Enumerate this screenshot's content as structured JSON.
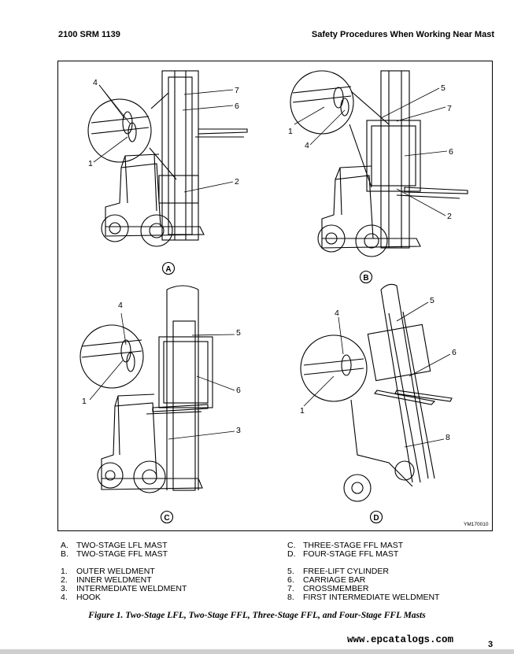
{
  "header": {
    "doc_id": "2100 SRM 1139",
    "section_title": "Safety Procedures When Working Near Mast"
  },
  "figure": {
    "id_code": "YM170010",
    "panel_labels": [
      "A",
      "B",
      "C",
      "D"
    ],
    "callouts": {
      "a": [
        "4",
        "7",
        "6",
        "1",
        "2"
      ],
      "b": [
        "5",
        "7",
        "1",
        "4",
        "6",
        "2"
      ],
      "c": [
        "4",
        "5",
        "6",
        "1",
        "3"
      ],
      "d": [
        "5",
        "4",
        "6",
        "1",
        "8"
      ]
    }
  },
  "legend": {
    "masts": [
      {
        "key": "A.",
        "text": "TWO-STAGE LFL MAST"
      },
      {
        "key": "B.",
        "text": "TWO-STAGE FFL MAST"
      },
      {
        "key": "C.",
        "text": "THREE-STAGE FFL MAST"
      },
      {
        "key": "D.",
        "text": "FOUR-STAGE FFL MAST"
      }
    ],
    "parts": [
      {
        "key": "1.",
        "text": "OUTER WELDMENT"
      },
      {
        "key": "2.",
        "text": "INNER WELDMENT"
      },
      {
        "key": "3.",
        "text": "INTERMEDIATE WELDMENT"
      },
      {
        "key": "4.",
        "text": "HOOK"
      },
      {
        "key": "5.",
        "text": "FREE-LIFT CYLINDER"
      },
      {
        "key": "6.",
        "text": "CARRIAGE BAR"
      },
      {
        "key": "7.",
        "text": "CROSSMEMBER"
      },
      {
        "key": "8.",
        "text": "FIRST INTERMEDIATE WELDMENT"
      }
    ]
  },
  "caption": "Figure 1. Two-Stage LFL, Two-Stage FFL, Three-Stage FFL, and Four-Stage FFL Masts",
  "footer": {
    "watermark": "www.epcatalogs.com",
    "page_number": "3"
  }
}
